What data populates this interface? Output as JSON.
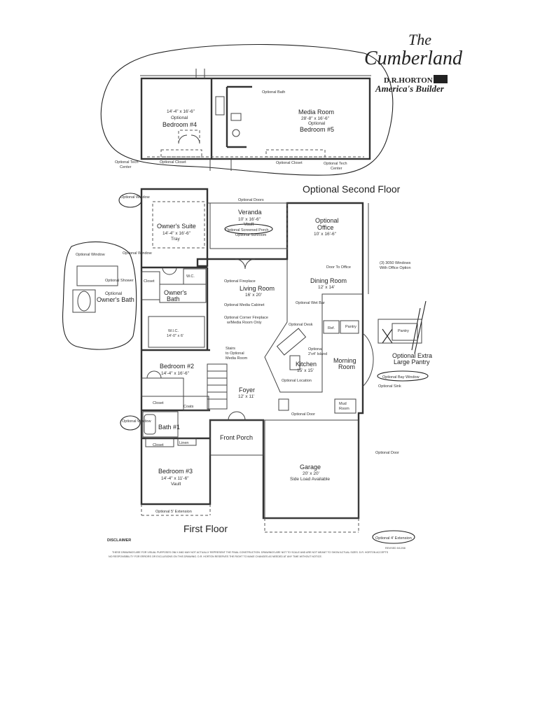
{
  "header": {
    "title_line1": "The",
    "title_line2": "Cumberland",
    "brand": "D.R.HORTON",
    "tagline": "America's Builder"
  },
  "floors": {
    "second": "Optional Second Floor",
    "first": "First Floor"
  },
  "second_floor": {
    "bedroom4_dim": "14'-4\" x 16'-6\"",
    "bedroom4_opt": "Optional",
    "bedroom4_name": "Bedroom #4",
    "media_name": "Media Room",
    "media_dim": "28'-8\" x 16'-6\"",
    "media_opt": "Optional",
    "bedroom5_name": "Bedroom #5",
    "opt_bath": "Optional Bath",
    "opt_closet_left": "Optional Closet",
    "opt_closet_right": "Optional Closet",
    "opt_tech_left_1": "Optional Tech",
    "opt_tech_left_2": "Center",
    "opt_tech_right_1": "Optional Tech",
    "opt_tech_right_2": "Center"
  },
  "first_floor": {
    "owners_suite": "Owner's Suite",
    "owners_suite_dim": "14'-4\" x 16'-6\"",
    "owners_suite_tray": "Tray",
    "veranda": "Veranda",
    "veranda_dim": "10' x 16'-6\"",
    "veranda_vault": "Vault",
    "opt_screened_porch": "Optional Screened Porch",
    "opt_sunroom": "Optional Sunroom",
    "opt_doors": "Optional Doors",
    "opt_office_1": "Optional",
    "opt_office_2": "Office",
    "office_dim": "10' x 16'-6\"",
    "windows_1": "(3) 3050 Windows",
    "windows_2": "With Office Option",
    "door_to_office": "Door To Office",
    "dining_room": "Dining Room",
    "dining_dim": "12' x 14'",
    "opt_wet_bar": "Optional Wet Bar",
    "opt_desk": "Optional Desk",
    "refrigerator": "Ref.",
    "pantry": "Pantry",
    "opt_fireplace": "Optional Fireplace",
    "living_room": "Living Room",
    "living_dim": "16' x 20'",
    "opt_media_cabinet": "Optional Media Cabinet",
    "opt_corner_fp_1": "Optional Corner Fireplace",
    "opt_corner_fp_2": "w/Media Room Only",
    "closet_owner": "Closet",
    "wc": "W.C.",
    "owners_bath_1": "Owner's",
    "owners_bath_2": "Bath",
    "wic": "W.I.C.",
    "wic_dim": "14'-0\" x 6'",
    "opt_window_top": "Optional Window",
    "opt_window_mid": "Optional Window",
    "opt_window_bath_side": "Optional Window",
    "opt_shower": "Optional Shower",
    "opt_owners_bath_1": "Optional",
    "opt_owners_bath_2": "Owner's Bath",
    "bedroom2": "Bedroom #2",
    "bedroom2_dim": "14'-4\" x 16'-6\"",
    "stairs_1": "Stairs",
    "stairs_2": "to Optional",
    "stairs_3": "Media Room",
    "foyer": "Foyer",
    "foyer_dim": "12' x 11'",
    "kitchen": "Kitchen",
    "kitchen_dim": "15' x 15'",
    "opt_island_1": "Optional",
    "opt_island_2": "2'x4' Island",
    "opt_location": "Optional Location",
    "morning_room_1": "Morning",
    "morning_room_2": "Room",
    "opt_bay_window": "Optional Bay Window",
    "opt_sink": "Optional Sink",
    "opt_extra_pantry_1": "Optional Extra",
    "opt_extra_pantry_2": "Large Pantry",
    "pantry_detail": "Pantry",
    "closet_bed2": "Closet",
    "coats": "Coats",
    "opt_window_bath1": "Optional Window",
    "bath1": "Bath #1",
    "linen": "Linen",
    "closet_bed3": "Closet",
    "mud_room_1": "Mud",
    "mud_room_2": "Room",
    "opt_door_mud": "Optional Door",
    "front_porch": "Front Porch",
    "bedroom3": "Bedroom #3",
    "bedroom3_dim": "14'-4\" x 11'-6\"",
    "bedroom3_vault": "Vault",
    "garage": "Garage",
    "garage_dim": "20' x 20'",
    "garage_side": "Side Load Available",
    "opt_door_garage": "Optional Door",
    "opt_ext_left": "Optional 5' Extension",
    "opt_ext_right": "Optional 4' Extension",
    "revised": "REVISED 5/12/08"
  },
  "footer": {
    "disclaimer_title": "DISCLAIMER",
    "disclaimer_line1": "THESE DRAWINGS ARE FOR VISUAL PURPOSES ONLY AND MAY NOT ACTUALLY REPRESENT THE FINAL CONSTRUCTION. DRAWINGS ARE NOT TO SCALE AND ARE NOT MEANT TO SHOW ACTUAL SIZES. D.R. HORTON ACCEPTS",
    "disclaimer_line2": "NO RESPONSIBILITY FOR ERRORS OR EXCLUSIONS ON THIS DRAWING. D.R. HORTON RESERVES THE RIGHT TO MAKE CHANGES AS NEEDED AT ANY TIME WITHOUT NOTICE."
  }
}
